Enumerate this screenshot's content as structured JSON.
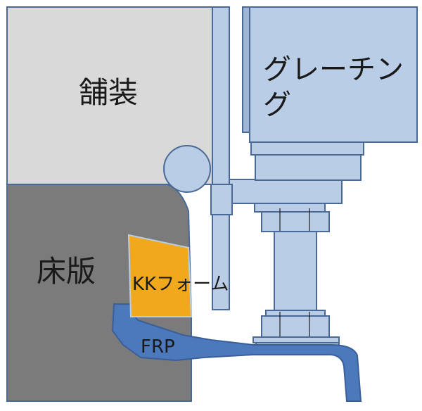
{
  "labels": {
    "pavement": "舗装",
    "deck_slab": "床版",
    "foam": "KKフォーム",
    "frp": "FRP",
    "grating_line1": "グレーチン",
    "grating_line2": "グ"
  },
  "colors": {
    "outline": "#4a6a95",
    "pavement": "#d9d9d9",
    "slab": "#7b7b7b",
    "steel": "#b9cde6",
    "steel_dark": "#9fb6d6",
    "foam": "#f2a81d",
    "frp": "#4c78bc"
  }
}
